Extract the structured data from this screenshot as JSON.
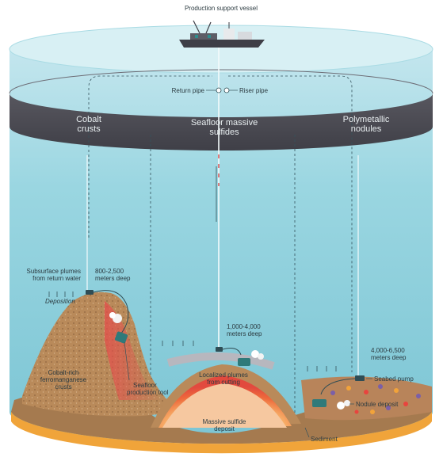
{
  "top_label": "Production support vessel",
  "pipes": {
    "return": "Return pipe",
    "riser": "Riser pipe"
  },
  "sections": {
    "left": {
      "title_line1": "Cobalt",
      "title_line2": "crusts"
    },
    "center": {
      "title_line1": "Seafloor massive",
      "title_line2": "sulfides"
    },
    "right": {
      "title_line1": "Polymetallic",
      "title_line2": "nodules"
    }
  },
  "annotations": {
    "plumes_return_1": "Subsurface plumes",
    "plumes_return_2": "from return water",
    "deposition": "Deposition",
    "depth_left_1": "800-2,500",
    "depth_left_2": "meters deep",
    "crusts_1": "Cobalt-rich",
    "crusts_2": "ferromanganese",
    "crusts_3": "crusts",
    "tool_1": "Seafloor",
    "tool_2": "production tool",
    "depth_center_1": "1,000-4,000",
    "depth_center_2": "meters deep",
    "plumes_cut_1": "Localized plumes",
    "plumes_cut_2": "from cutting",
    "sulfide_1": "Massive sulfide",
    "sulfide_2": "deposit",
    "depth_right_1": "4,000-6,500",
    "depth_right_2": "meters deep",
    "pump": "Seabed pump",
    "nodule": "Nodule deposit",
    "sediment": "Sediment"
  },
  "colors": {
    "water_top": "#c9e9ef",
    "water": "#8dd0dc",
    "dark_band": "#4a4a52",
    "seafloor": "#b98a5a",
    "sediment_orange": "#f2a33a",
    "heat_red": "#e8443e",
    "equipment": "#2f7a7a"
  }
}
